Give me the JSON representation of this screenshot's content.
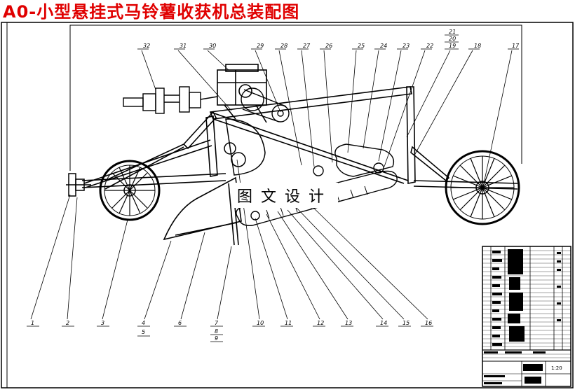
{
  "title": "A0-小型悬挂式马铃薯收获机总装配图",
  "watermark": "图文设计",
  "callouts_top": [
    "32",
    "31",
    "30",
    "29",
    "28",
    "27",
    "26",
    "25",
    "24",
    "23",
    "22",
    "19",
    "18",
    "17"
  ],
  "callouts_top_stack": [
    "21",
    "20"
  ],
  "callouts_bottom": [
    "1",
    "2",
    "3",
    "4",
    "6",
    "7",
    "10",
    "11",
    "12",
    "13",
    "14",
    "15",
    "16"
  ],
  "callouts_bottom_extra": {
    "under4": "5",
    "under7a": "8",
    "under7b": "9"
  },
  "title_block": {
    "scale": "1:20"
  }
}
